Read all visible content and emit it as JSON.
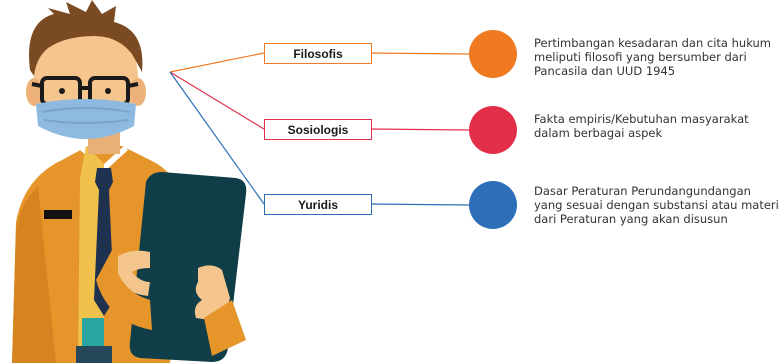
{
  "colors": {
    "filosofis": "#F07A22",
    "sosiologis": "#E42F4B",
    "yuridis": "#2C6FB8",
    "jacket": "#E6952B",
    "tablet": "#0F3E48",
    "mask": "#8EB9E0",
    "skin": "#F4C58C"
  },
  "items": [
    {
      "label": "Filosofis",
      "color_key": "filosofis",
      "lines": [
        "Pertimbangan kesadaran dan cita hukum",
        "meliputi filosofi yang bersumber dari",
        "Pancasila dan UUD 1945"
      ]
    },
    {
      "label": "Sosiologis",
      "color_key": "sosiologis",
      "lines": [
        "Fakta empiris/Kebutuhan masyarakat",
        "dalam berbagai aspek"
      ]
    },
    {
      "label": "Yuridis",
      "color_key": "yuridis",
      "lines": [
        "Dasar Peraturan Perundangundangan",
        "yang sesuai dengan substansi atau materi",
        "dari Peraturan yang akan disusun"
      ]
    }
  ],
  "illustration": {
    "figure": "officer-with-tablet",
    "icons": [
      "face-mask-icon",
      "glasses-icon",
      "tablet-icon",
      "name-badge-icon",
      "necktie-icon"
    ]
  }
}
